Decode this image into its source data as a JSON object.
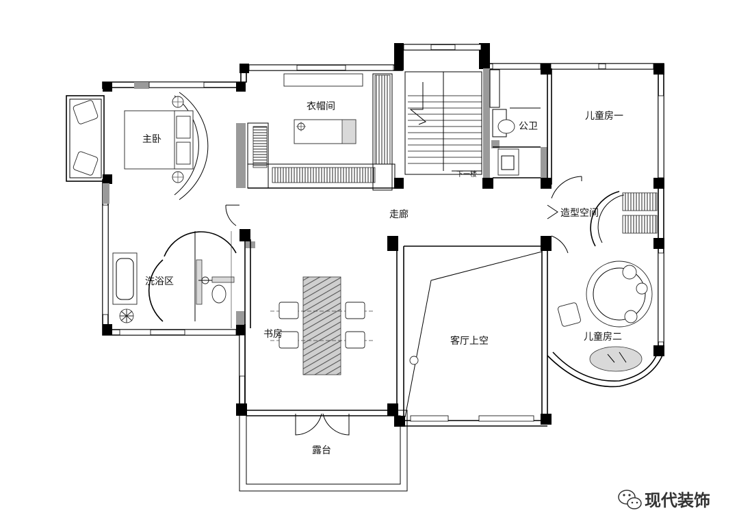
{
  "rooms": {
    "master_bedroom": "主卧",
    "cloakroom": "衣帽间",
    "stairs_down": "下一楼",
    "public_toilet": "公卫",
    "kids_room_one": "儿童房一",
    "corridor": "走廊",
    "feature_space": "造型空间",
    "bath_area": "洗浴区",
    "study": "书房",
    "living_void": "客厅上空",
    "kids_room_two": "儿童房二",
    "terrace": "露台"
  },
  "watermark": {
    "text": "现代装饰",
    "icon": "wechat-icon"
  }
}
